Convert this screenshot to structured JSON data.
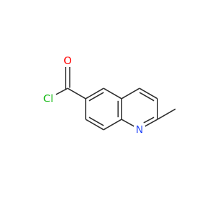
{
  "molecule": {
    "atoms": {
      "oxygen": {
        "label": "O",
        "color": "#ff0d0d"
      },
      "chlorine": {
        "label": "Cl",
        "color": "#1fbd1f"
      },
      "nitrogen": {
        "label": "N",
        "color": "#3050f8"
      }
    },
    "bond_color": "#333333"
  }
}
